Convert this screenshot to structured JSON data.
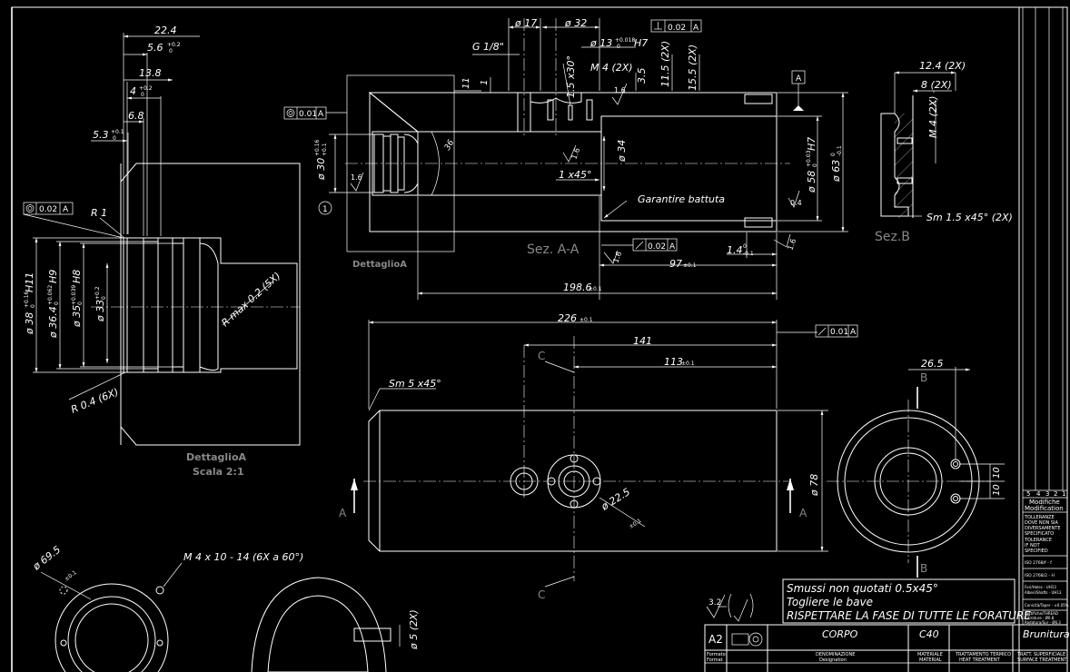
{
  "section_labels": {
    "sez_a": "Sez. A-A",
    "sez_b": "Sez.B",
    "detail_small": "DettaglioA",
    "detail_big": "DettaglioA",
    "detail_scale": "Scala  2:1",
    "detail_marker": "1",
    "arrow_a": "A",
    "arrow_b": "B",
    "arrow_c": "C",
    "datum_a": "A"
  },
  "detail_dims": {
    "d_22_4": "22.4",
    "d_5_6": "5.6",
    "d_5_6_tol": "+0.2",
    "d_5_6_tol2": "0",
    "d_13_8": "13.8",
    "d_4": "4",
    "d_4_tol": "+0.2",
    "d_4_tol2": "0",
    "d_6_8": "6.8",
    "d_5_3": "5.3",
    "d_5_3_tol": "+0.1",
    "d_5_3_tol2": "0",
    "frame_conc": "0.02",
    "frame_conc_ref": "A",
    "r1": "R 1",
    "rmax": "R max 0.2 (5X)",
    "r04": "R 0.4 (6X)",
    "d38": "ø 38",
    "d38_tol": "+0.16",
    "d38_tol2": "0",
    "d38_fit": "H11",
    "d36": "ø 36.4",
    "d36_tol": "+0.062",
    "d36_tol2": "0",
    "d36_fit": "H9",
    "d35": "ø 35",
    "d35_tol": "+0.039",
    "d35_tol2": "0",
    "d35_fit": "H8",
    "d33": "ø 33",
    "d33_tol": "+0.2",
    "d33_tol2": "0"
  },
  "section_dims": {
    "d17": "ø 17",
    "d32": "ø 32",
    "g18": "G 1/8\"",
    "d13": "ø 13",
    "d13_tol": "+0.018",
    "d13_tol2": "0",
    "d13_fit": "H7",
    "perp": "0.02",
    "perp_ref": "A",
    "m4": "M 4 (2X)",
    "t15": "1.5 x30°",
    "t35": "3.5",
    "t115": "11.5 (2X)",
    "t155": "15.5 (2X)",
    "t11": "11",
    "t1": "1",
    "conc2": "0.01",
    "conc2_ref": "A",
    "d30": "ø 30",
    "d30_tol": "+0.16",
    "d30_tol2": "+0.1",
    "r16a": "1.6",
    "r16b": "1.6",
    "r16c": "1.6",
    "r16d": "1.6",
    "r16e": "1.6",
    "r04": "0.4",
    "d34": "ø 34",
    "ch1": "1 x45°",
    "guar": "Garantire battuta",
    "d58": "ø 58",
    "d58_tol": "+0.03",
    "d58_tol2": "0",
    "d58_fit": "H7",
    "d63": "ø 63",
    "d63_tol": "0",
    "d63_tol2": "-0.1",
    "rad36": "36",
    "runout": "0.02",
    "runout_ref": "A",
    "d14": "1.4",
    "d14_tol": "0",
    "d14_tol2": "-0.1",
    "d97": "97",
    "d97_tol": "±0.1",
    "d1986": "198.6",
    "d1986_tol": "±0.1"
  },
  "secb_dims": {
    "d124": "12.4 (2X)",
    "d8": "8 (2X)",
    "m4": "M 4 (2X)",
    "sm15": "Sm 1.5 x45° (2X)"
  },
  "main_dims": {
    "d226": "226",
    "d226_tol": "±0.1",
    "runout": "0.01",
    "runout_ref": "A",
    "d141": "141",
    "d113": "113",
    "d113_tol": "±0.1",
    "sm5": "Sm 5 x45°",
    "d225": "ø 22.5",
    "d225_tol": "±0.1",
    "d78": "ø 78",
    "d265": "26.5",
    "d10a": "10",
    "d10b": "10"
  },
  "bottom_dims": {
    "d695": "ø 69.5",
    "d695_tol": "±0.1",
    "m4": "M 4 x 10 - 14 (6X a 60°)",
    "d5": "ø 5 (2X)"
  },
  "notes": {
    "line1": "Smussi non quotati 0.5x45°",
    "line2": "Togliere le bave",
    "line3": "RISPETTARE LA FASE DI TUTTE LE FORATURE",
    "rough": "3.2"
  },
  "title_block": {
    "format": "A2",
    "format_it": "Formato",
    "format_en": "Format",
    "denomination": "CORPO",
    "material": "C40",
    "finish": "Brunitura",
    "den_label_it": "DENOMINAZIONE",
    "den_label_en": "Designation",
    "mat_label_it": "MATERIALE",
    "mat_label_en": "MATERIAL",
    "heat_label_it": "TRATTAMENTO TERMICO",
    "heat_label_en": "HEAT TREATMENT",
    "surf_label_it": "TRATT. SUPERFICIALE",
    "surf_label_en": "SURFACE TREATMENT"
  },
  "revision": {
    "cols": [
      "5",
      "4",
      "3",
      "2",
      "1"
    ],
    "mod_it": "Modifiche",
    "mod_en": "Modification",
    "tol_lines": [
      "TOLLERANZE",
      "DOVE NON SIA",
      "DIVERSAMENTE",
      "SPECIFICATO",
      "TOLERANCE",
      "IF NOT",
      "SPECIFIED"
    ],
    "iso1": "ISO 2768/f - f",
    "iso2": "ISO 2768/2 - H",
    "fori": [
      "Fori/Holes - UH13",
      "Alberi/Shafts - UH13"
    ],
    "conici": "Conicità/Taper - ±0.05%",
    "finish_lines": [
      "Rettifiche/THREAD",
      "Ritirature - Ø0.8",
      "Rodatura/Sur - Ø6.3"
    ]
  }
}
